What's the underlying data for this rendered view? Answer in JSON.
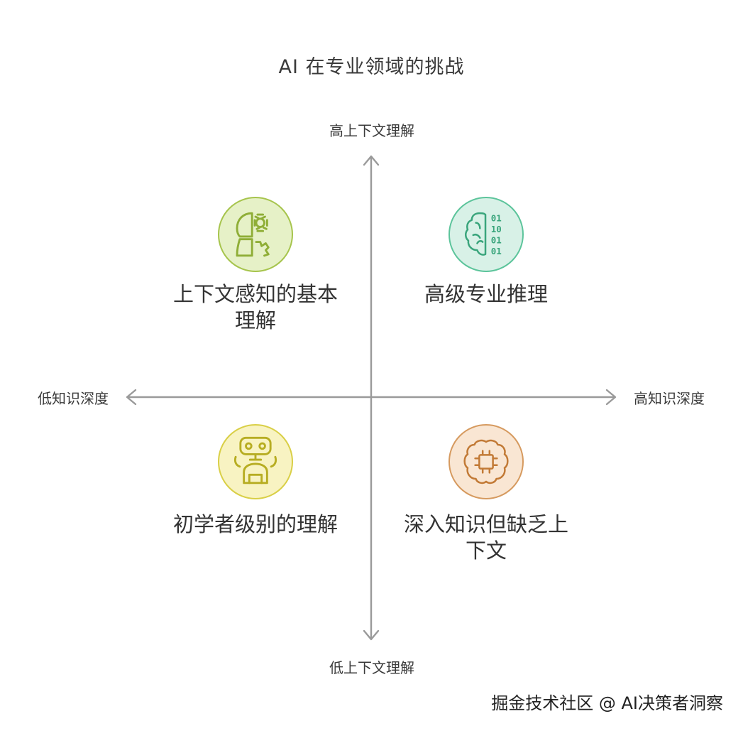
{
  "title": "AI 在专业领域的挑战",
  "axes": {
    "top": "高上下文理解",
    "bottom": "低上下文理解",
    "left": "低知识深度",
    "right": "高知识深度"
  },
  "quadrants": {
    "top_left": {
      "label": "上下文感知的基本理解",
      "icon": "head-gear-icon",
      "fill": "#e6f1c7",
      "stroke": "#a6c44c"
    },
    "top_right": {
      "label": "高级专业推理",
      "icon": "brain-binary-icon",
      "fill": "#d8f1e7",
      "stroke": "#5cc49b"
    },
    "bottom_left": {
      "label": "初学者级别的理解",
      "icon": "robot-icon",
      "fill": "#f8f3c2",
      "stroke": "#d9cf46"
    },
    "bottom_right": {
      "label": "深入知识但缺乏上下文",
      "icon": "brain-chip-icon",
      "fill": "#f9e6d3",
      "stroke": "#d69a5f"
    }
  },
  "watermark": "掘金技术社区 @ AI决策者洞察",
  "colors": {
    "axis": "#9a9a9a",
    "text": "#333333"
  }
}
